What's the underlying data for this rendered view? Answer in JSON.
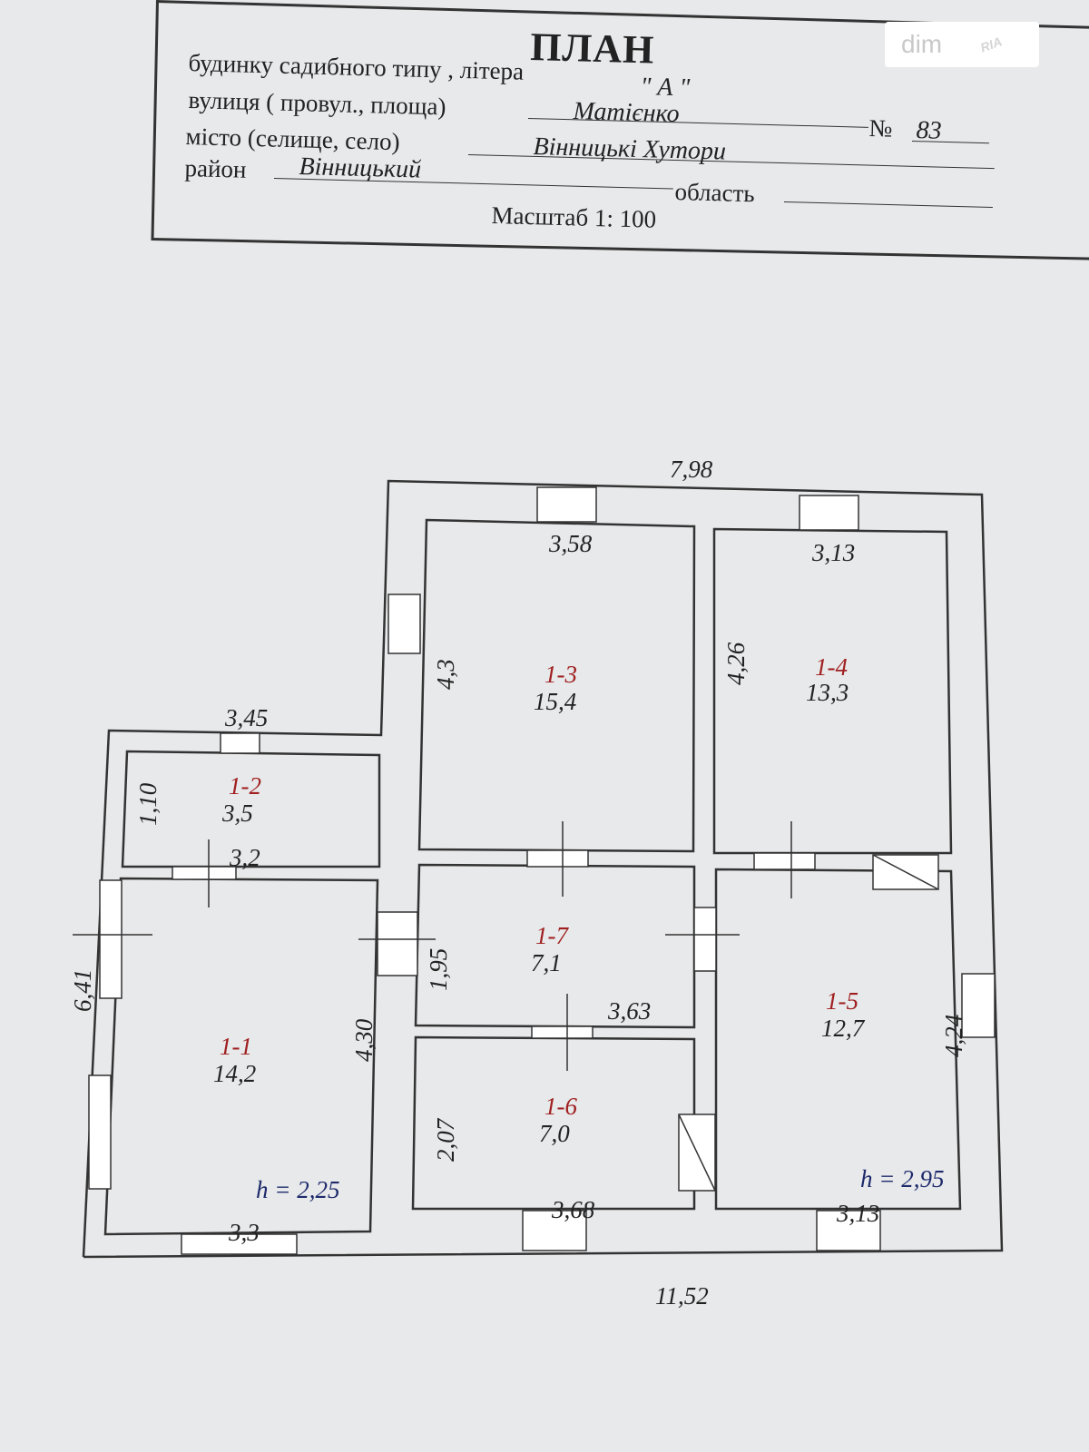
{
  "header": {
    "title": "ПЛАН",
    "line1_label": "будинку садибного типу , літера",
    "letter": "\" А \"",
    "street_label": "вулиця (  провул., площа)",
    "street_value": "Матієнко",
    "number_label": "№",
    "number_value": "83",
    "city_label": "місто (селище, село)",
    "city_value": "Вінницькі Хутори",
    "district_label": "район",
    "district_value": "Вінницький",
    "region_label": "область",
    "scale": "Масштаб 1: 100"
  },
  "watermark": {
    "text": "dim",
    "sub": "RIA"
  },
  "rooms": [
    {
      "code": "1-1",
      "area": "14,2"
    },
    {
      "code": "1-2",
      "area": "3,5"
    },
    {
      "code": "1-3",
      "area": "15,4"
    },
    {
      "code": "1-4",
      "area": "13,3"
    },
    {
      "code": "1-5",
      "area": "12,7"
    },
    {
      "code": "1-6",
      "area": "7,0"
    },
    {
      "code": "1-7",
      "area": "7,1"
    }
  ],
  "dimensions": {
    "top_total": "7,98",
    "r13_width": "3,58",
    "r14_width": "3,13",
    "r13_height": "4,3",
    "r14_height": "4,26",
    "r12_outer": "3,45",
    "r12_height": "1,10",
    "r12_width": "3,2",
    "left_total": "6,41",
    "r11_height": "4,30",
    "r17_height": "1,95",
    "r17_width": "3,63",
    "r15_height": "4,24",
    "r16_height": "2,07",
    "r16_width": "3,68",
    "r11_width": "3,3",
    "r15_width": "3,13",
    "bottom_total": "11,52"
  },
  "heights": {
    "left": "h = 2,25",
    "right": "h = 2,95"
  }
}
